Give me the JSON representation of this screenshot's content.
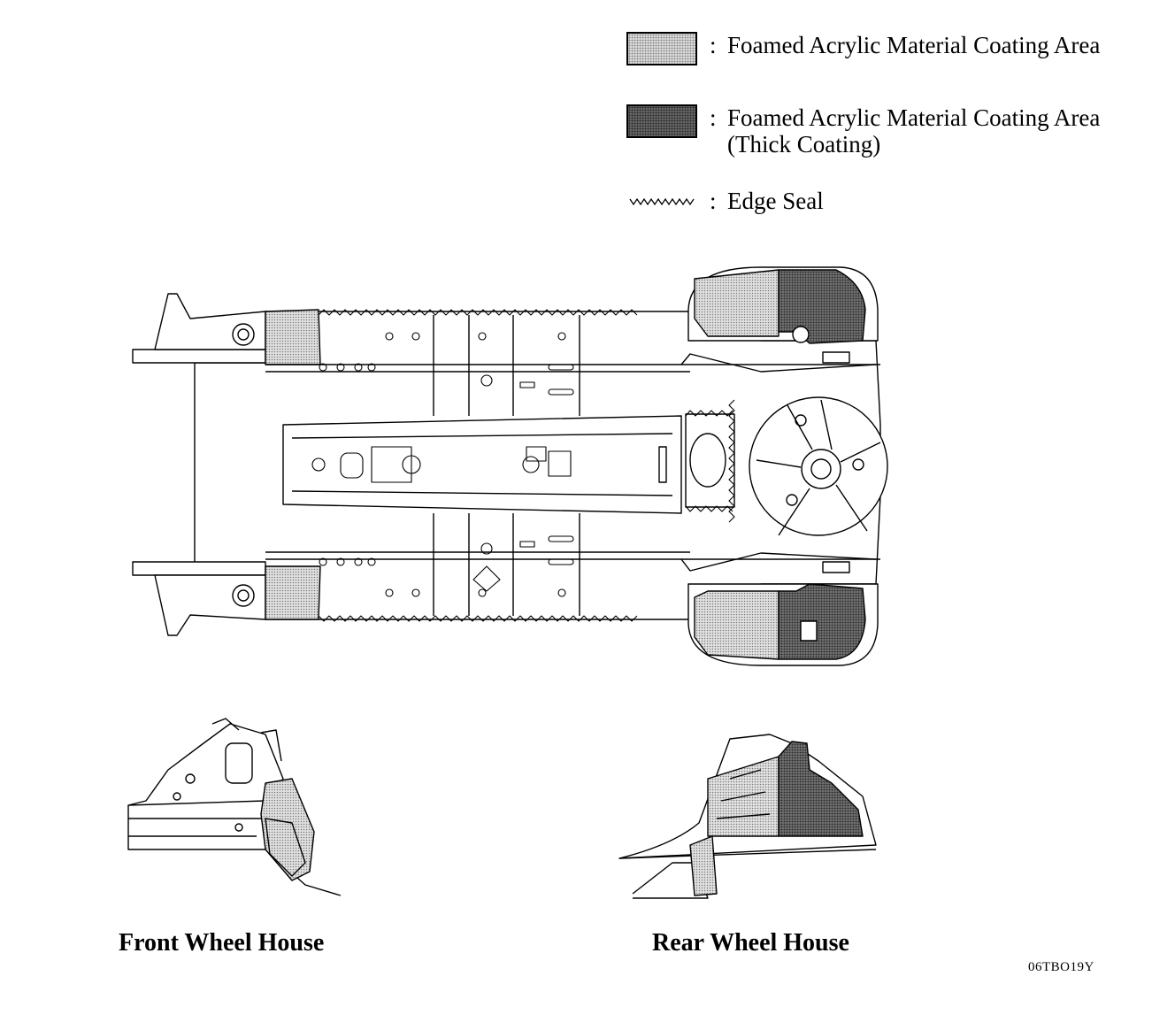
{
  "legend": {
    "foamed": {
      "text": "Foamed Acrylic Material Coating Area",
      "fill": "#dcdcdc"
    },
    "thick": {
      "text": "Foamed Acrylic Material Coating Area (Thick Coating)",
      "fill": "#6a6a6a"
    },
    "edge_seal": {
      "text": "Edge Seal"
    },
    "separator": ":"
  },
  "captions": {
    "front": "Front Wheel House",
    "rear": "Rear Wheel House"
  },
  "figure_code": "06TBO19Y"
}
